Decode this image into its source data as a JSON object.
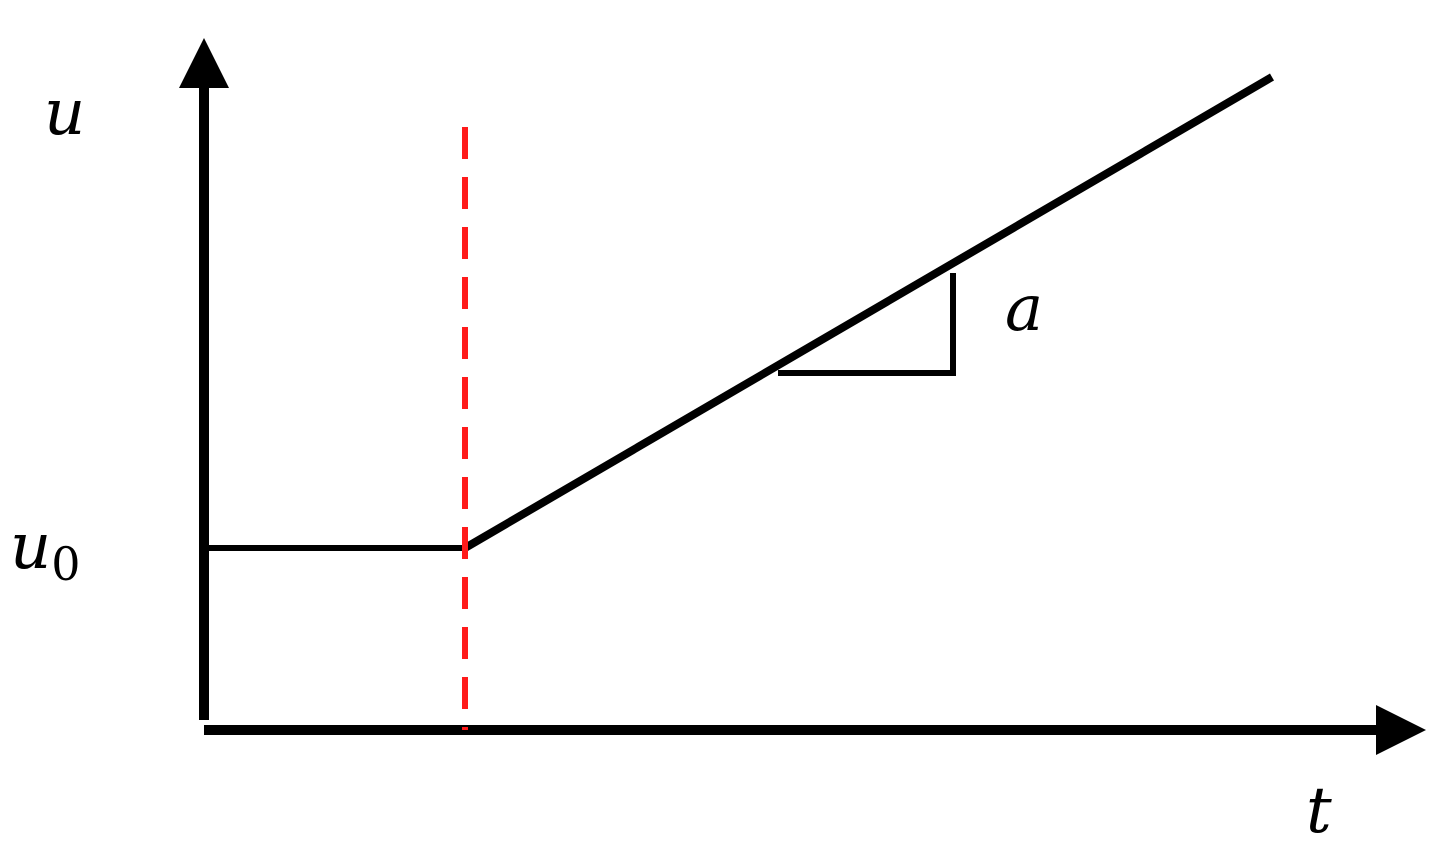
{
  "labels": {
    "y_axis": "u",
    "x_axis": "t",
    "initial_value": "u",
    "initial_value_subscript": "0",
    "slope": "a"
  },
  "colors": {
    "axes": "#000000",
    "curve": "#000000",
    "slope_marker": "#000000",
    "switch_line": "#ff1a1a",
    "background": "#ffffff"
  }
}
